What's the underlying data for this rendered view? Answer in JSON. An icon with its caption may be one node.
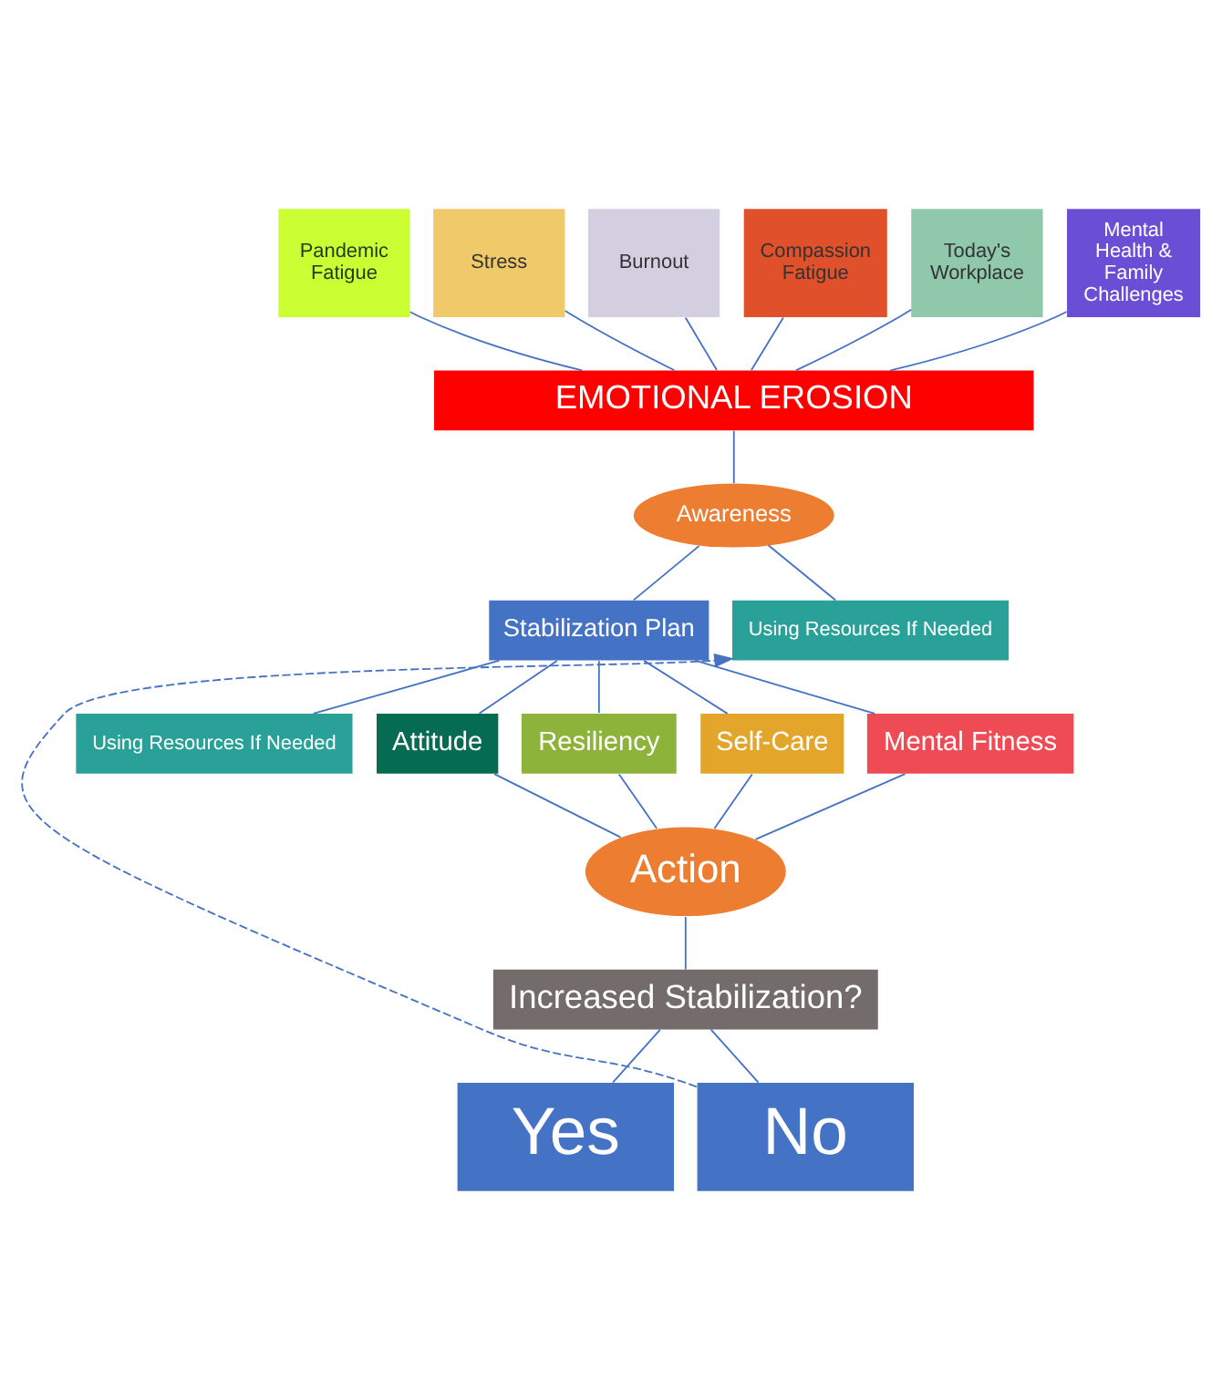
{
  "diagram": {
    "nodes": [
      {
        "text": [
          "Pandemic Fatigue"
        ]
      },
      {
        "text": [
          "Stress"
        ]
      },
      {
        "text": [
          "Burnout"
        ]
      },
      {
        "text": [
          "Compassion Fatigue"
        ]
      },
      {
        "text": [
          "Today's Workplace"
        ]
      },
      {
        "text": [
          "Mental Health & Family Challenges"
        ]
      },
      {
        "text": [
          "EMOTIONAL EROSION"
        ]
      },
      {
        "text": [
          "Awareness"
        ]
      },
      {
        "text": [
          "Using Resources If Needed"
        ]
      },
      {
        "text": [
          "Stabilization Plan"
        ]
      },
      {
        "text": [
          "Using Resources If Needed"
        ]
      },
      {
        "text": [
          "Attitude"
        ]
      },
      {
        "text": [
          "Resiliency"
        ]
      },
      {
        "text": [
          "Self-Care"
        ]
      },
      {
        "text": [
          "Mental Fitness"
        ]
      },
      {
        "text": [
          "Action"
        ]
      },
      {
        "text": [
          "Increased Stabilization?"
        ]
      },
      {
        "text": [
          "Yes"
        ]
      },
      {
        "text": [
          "No"
        ]
      }
    ],
    "edges": [
      {
        "from": 0,
        "to": 6,
        "arrow": "none"
      },
      {
        "from": 1,
        "to": 6,
        "arrow": "none"
      },
      {
        "from": 2,
        "to": 6,
        "arrow": "none"
      },
      {
        "from": 3,
        "to": 6,
        "arrow": "none"
      },
      {
        "from": 4,
        "to": 6,
        "arrow": "none"
      },
      {
        "from": 5,
        "to": 6,
        "arrow": "none"
      },
      {
        "from": 6,
        "to": 7,
        "arrow": "none"
      },
      {
        "from": 7,
        "to": 9,
        "arrow": "none"
      },
      {
        "from": 7,
        "to": 8,
        "arrow": "none"
      },
      {
        "from": 9,
        "to": 10,
        "arrow": "none"
      },
      {
        "from": 9,
        "to": 11,
        "arrow": "none"
      },
      {
        "from": 9,
        "to": 12,
        "arrow": "none"
      },
      {
        "from": 9,
        "to": 13,
        "arrow": "none"
      },
      {
        "from": 9,
        "to": 14,
        "arrow": "none"
      },
      {
        "from": 11,
        "to": 15,
        "arrow": "none"
      },
      {
        "from": 12,
        "to": 15,
        "arrow": "none"
      },
      {
        "from": 13,
        "to": 15,
        "arrow": "none"
      },
      {
        "from": 14,
        "to": 15,
        "arrow": "none"
      },
      {
        "from": 15,
        "to": 16,
        "arrow": "none"
      },
      {
        "from": 16,
        "to": 17,
        "arrow": "none"
      },
      {
        "from": 16,
        "to": 18,
        "arrow": "none"
      },
      {
        "from": 18,
        "to": 8,
        "arrow": "to",
        "style": "dashed"
      }
    ]
  }
}
